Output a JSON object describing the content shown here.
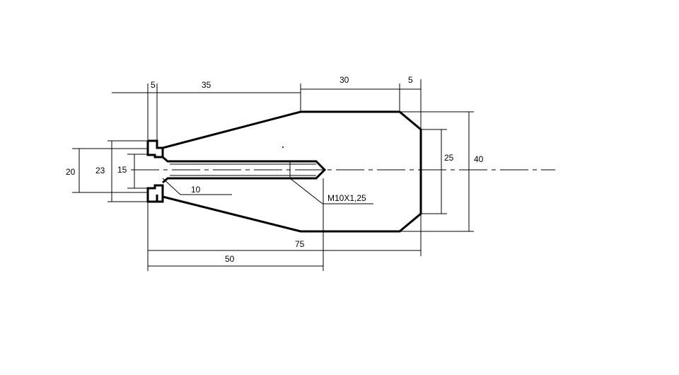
{
  "drawing": {
    "dimensions": {
      "d_5_left": "5",
      "d_35": "35",
      "d_30": "30",
      "d_5_right": "5",
      "d_20": "20",
      "d_23": "23",
      "d_15": "15",
      "d_10": "10",
      "d_25": "25",
      "d_40": "40",
      "d_75": "75",
      "d_50": "50"
    },
    "thread_callout": "M10X1,25",
    "colors": {
      "line": "#000000",
      "background": "#ffffff"
    }
  }
}
